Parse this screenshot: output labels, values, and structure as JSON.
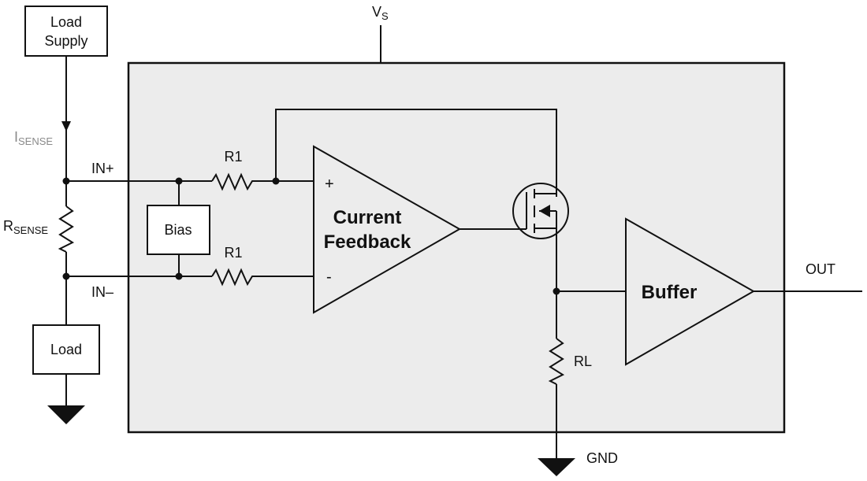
{
  "labels": {
    "load_supply_line1": "Load",
    "load_supply_line2": "Supply",
    "vs_main": "V",
    "vs_sub": "S",
    "isense_main": "I",
    "isense_sub": "SENSE",
    "rsense_main": "R",
    "rsense_sub": "SENSE",
    "in_plus": "IN+",
    "in_minus": "IN–",
    "bias": "Bias",
    "r1_top": "R1",
    "r1_bottom": "R1",
    "plus_sign": "+",
    "minus_sign": "-",
    "amp_line1": "Current",
    "amp_line2": "Feedback",
    "buffer": "Buffer",
    "out": "OUT",
    "rl": "RL",
    "gnd": "GND",
    "load": "Load"
  },
  "colors": {
    "chip_fill": "#ececec",
    "line": "#111111",
    "isense_text": "#8a8a8a"
  }
}
